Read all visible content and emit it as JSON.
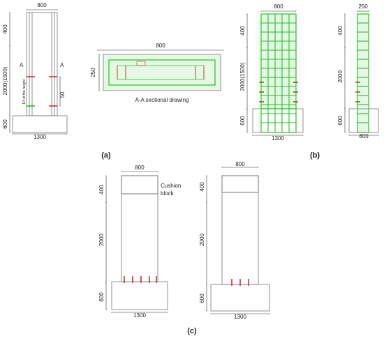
{
  "panel_a": {
    "caption": "(a)",
    "dims": {
      "width": "800",
      "top": "400",
      "height": "2000(1500)",
      "base": "600",
      "base_width": "1300",
      "gauge": "50"
    },
    "section_mark_left": "A",
    "section_mark_right": "A",
    "quarter_note": "1/4 of the height",
    "section": {
      "width": "800",
      "height": "250",
      "title": "A-A sectional drawing"
    }
  },
  "panel_b": {
    "caption": "(b)",
    "wall1": {
      "width": "800",
      "top": "400",
      "height": "2000(1500)",
      "base": "600",
      "base_width": "1300"
    },
    "wall2": {
      "width": "250",
      "top": "400",
      "height": "2000",
      "base": "600",
      "base_width": "800"
    }
  },
  "panel_c": {
    "caption": "(c)",
    "cushion_label_line1": "Cushion",
    "cushion_label_line2": "block",
    "wall1": {
      "width": "800",
      "top": "400",
      "height": "2000",
      "base": "600",
      "base_width": "1300"
    },
    "wall2": {
      "width": "800",
      "top": "400",
      "height": "2000",
      "base": "600",
      "base_width": "1300"
    }
  },
  "colors": {
    "rebar_green": "#22c422",
    "gauge_brown": "#9a5a22",
    "gauge_red": "#c83232",
    "fill_green": "#e6f7e6"
  }
}
